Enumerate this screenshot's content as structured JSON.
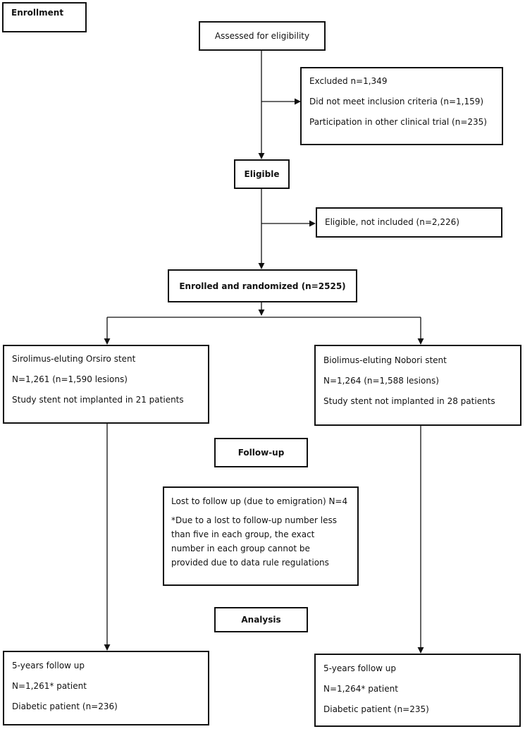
{
  "sections": {
    "enrollment": "Enrollment",
    "follow_up": "Follow-up",
    "analysis": "Analysis"
  },
  "assessed": "Assessed for eligibility",
  "excluded": {
    "title": "Excluded n=1,349",
    "line1": "Did not meet inclusion criteria (n=1,159)",
    "line2": "Participation in other clinical trial (n=235)"
  },
  "eligible": "Eligible",
  "eligible_not_included": "Eligible, not included (n=2,226)",
  "randomized": "Enrolled and randomized (n=2525)",
  "orsiro": {
    "title": "Sirolimus-eluting Orsiro stent",
    "line1": "N=1,261 (n=1,590 lesions)",
    "line2": "Study stent not implanted in 21 patients"
  },
  "nobori": {
    "title": "Biolimus-eluting Nobori stent",
    "line1": "N=1,264 (n=1,588 lesions)",
    "line2": "Study stent not implanted in 28 patients"
  },
  "lost": {
    "title": "Lost to follow up (due to emigration) N=4",
    "note1": "*Due to a lost to follow-up number less",
    "note2": "than five in each group, the exact",
    "note3": "number in each group cannot be",
    "note4": "provided due to data rule regulations"
  },
  "orsiro_fu": {
    "title": "5-years follow up",
    "line1": "N=1,261* patient",
    "line2": "Diabetic patient (n=236)"
  },
  "nobori_fu": {
    "title": "5-years follow up",
    "line1": "N=1,264* patient",
    "line2": "Diabetic patient (n=235)"
  }
}
